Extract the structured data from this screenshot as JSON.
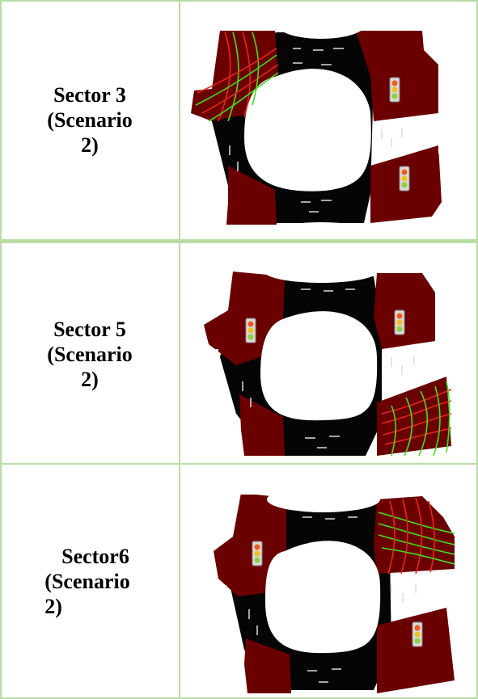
{
  "rows": [
    {
      "label": [
        "Sector 3",
        "(Scenario",
        "2)"
      ],
      "active_sector": "upper-left",
      "traffic_lights": [
        "right-upper",
        "right-lower"
      ]
    },
    {
      "label": [
        "Sector 5",
        "(Scenario",
        "2)"
      ],
      "active_sector": "lower-right",
      "traffic_lights": [
        "left",
        "right-upper"
      ]
    },
    {
      "label": [
        "Sector6",
        "(Scenario",
        "2)"
      ],
      "active_sector": "upper-right",
      "traffic_lights": [
        "left",
        "right-lower"
      ]
    }
  ],
  "colors": {
    "sector": "#6b0000",
    "road": "#050505",
    "green_path": "#3fe01c",
    "red_path": "#e8241c",
    "border": "#b9dca4"
  }
}
